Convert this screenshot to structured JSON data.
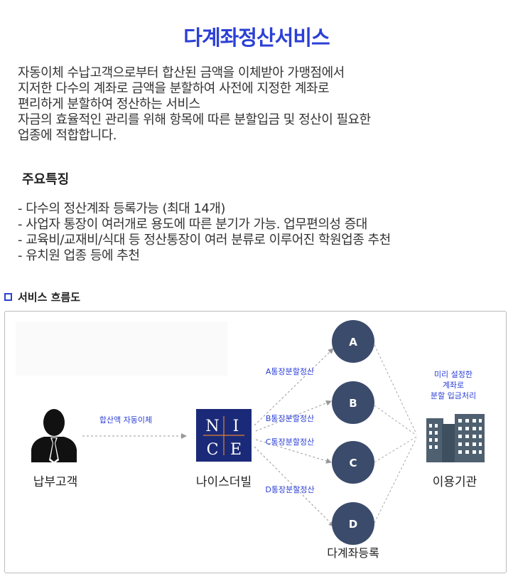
{
  "title": "다계좌정산서비스",
  "description": [
    "자동이체 수납고객으로부터 합산된 금액을 이체받아 가맹점에서",
    "지저한 다수의 계좌로 금액을 분할하여 사전에 지정한 계좌로",
    "편리하게 분할하여 정산하는 서비스",
    "자금의 효율적인 관리를 위해 항목에 따른 분할입금 및 정산이 필요한",
    "업종에 적합합니다."
  ],
  "features_title": "주요특징",
  "features": [
    "- 다수의 정산계좌 등록가능 (최대 14개)",
    "- 사업자 통장이 여러개로 용도에 따른 분기가 가능. 업무편의성 증대",
    "- 교육비/교재비/식대 등 정산통장이 여러 분류로 이루어진 학원업종 추천",
    "- 유치원 업종 등에 추천"
  ],
  "flow_title": "서비스 흐름도",
  "flow": {
    "customer_label": "납부고객",
    "transfer_label": "합산액 자동이체",
    "nice_logo": [
      "N",
      "I",
      "C",
      "E"
    ],
    "nice_label": "나이스더빌",
    "nodes": [
      "A",
      "B",
      "C",
      "D"
    ],
    "split_labels": [
      "A통장분할정산",
      "B통장분할정산",
      "C통장분할정산",
      "D통장분할정산"
    ],
    "multi_account_label": "다계좌등록",
    "org_note": [
      "미리 설정한",
      "계좌로",
      "분할 입금처리"
    ],
    "org_label": "이용기관"
  },
  "colors": {
    "accent": "#2b3fd6",
    "node": "#3b4b6b",
    "logo_bg": "#1b2a78",
    "building": "#4f6070"
  }
}
